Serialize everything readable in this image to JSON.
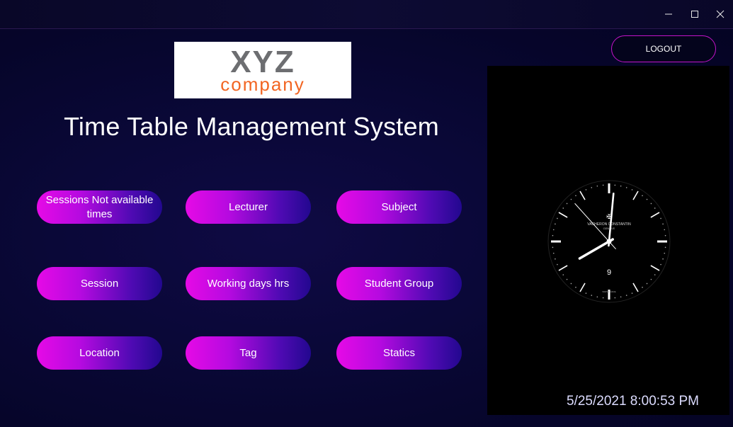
{
  "window": {
    "controls": [
      "minimize",
      "maximize",
      "close"
    ]
  },
  "logo": {
    "top_text": "XYZ",
    "bottom_text": "company",
    "colors": {
      "gray": "#6d6e71",
      "orange": "#f26522"
    }
  },
  "app_title": "Time Table Management System",
  "logout_label": "LOGOUT",
  "nav_buttons": [
    {
      "id": "sessions-not-available",
      "label": "Sessions Not available times"
    },
    {
      "id": "lecturer",
      "label": "Lecturer"
    },
    {
      "id": "subject",
      "label": "Subject"
    },
    {
      "id": "session",
      "label": "Session"
    },
    {
      "id": "working-days-hrs",
      "label": "Working days  hrs"
    },
    {
      "id": "student-group",
      "label": "Student Group"
    },
    {
      "id": "location",
      "label": "Location"
    },
    {
      "id": "tag",
      "label": "Tag"
    },
    {
      "id": "statics",
      "label": "Statics"
    }
  ],
  "clock": {
    "brand": "VACHERON CONSTANTIN",
    "city": "GENEVE",
    "date_numeral": "9",
    "footer": "SWISS MADE",
    "time": "8:00:53"
  },
  "datetime": "5/25/2021 8:00:53 PM",
  "colors": {
    "background": "#0a0838",
    "button_start": "#e60ae6",
    "button_end": "#22088f",
    "logout_border": "#c413c9"
  }
}
